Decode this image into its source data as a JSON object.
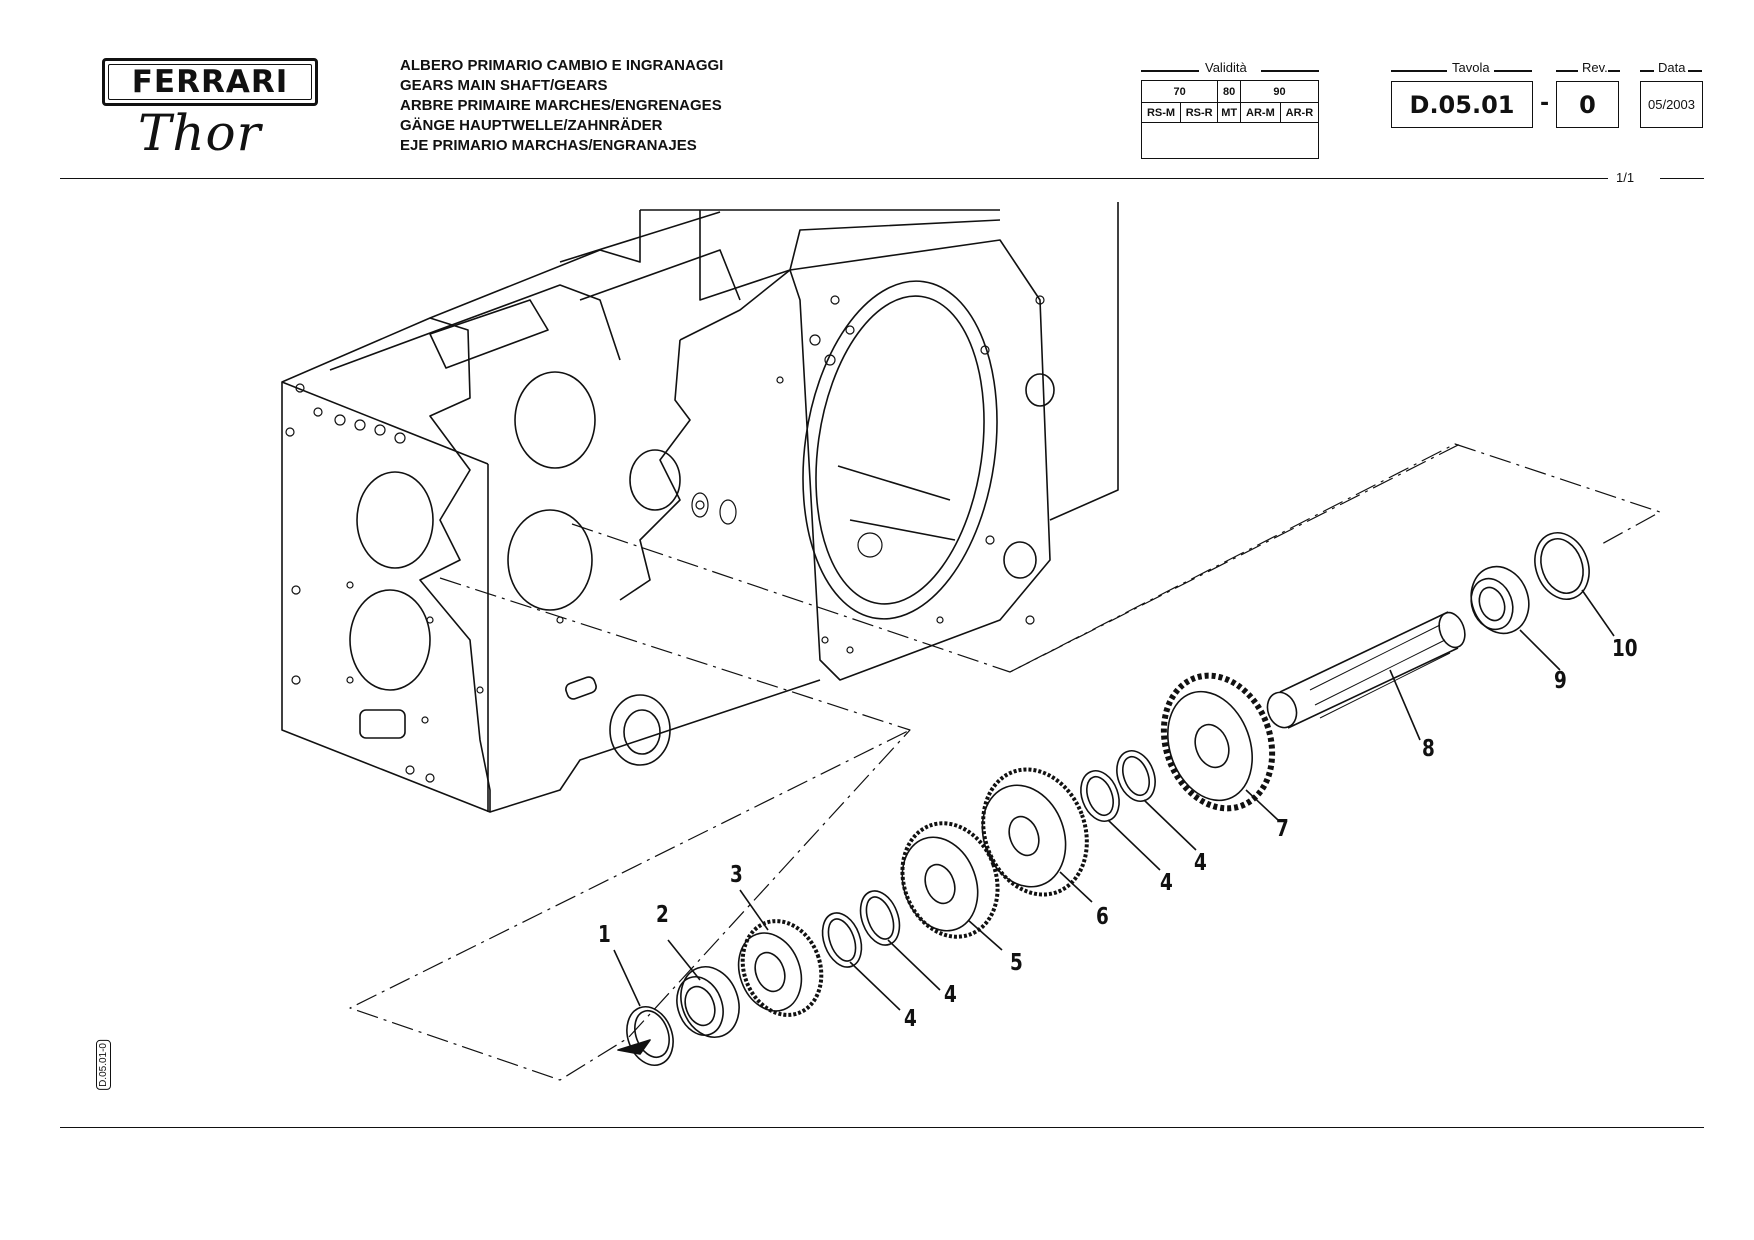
{
  "logo": {
    "brand": "FERRARI",
    "model": "Thor"
  },
  "title_lines": [
    "ALBERO PRIMARIO CAMBIO E INGRANAGGI",
    "GEARS MAIN SHAFT/GEARS",
    "ARBRE PRIMAIRE MARCHES/ENGRENAGES",
    "GÄNGE HAUPTWELLE/ZAHNRÄDER",
    "EJE PRIMARIO MARCHAS/ENGRANAJES"
  ],
  "validity": {
    "caption": "Validità",
    "groups": [
      "70",
      "80",
      "90"
    ],
    "codes": [
      "RS-M",
      "RS-R",
      "MT",
      "AR-M",
      "AR-R"
    ]
  },
  "tavola": {
    "caption": "Tavola",
    "value": "D.05.01",
    "separator": "-"
  },
  "rev": {
    "caption": "Rev.",
    "value": "0"
  },
  "data": {
    "caption": "Data",
    "value": "05/2003"
  },
  "page_indicator": "1/1",
  "side_code": "D.05.01-0",
  "callouts": [
    "1",
    "2",
    "3",
    "4",
    "4",
    "5",
    "6",
    "4",
    "4",
    "7",
    "8",
    "9",
    "10"
  ]
}
